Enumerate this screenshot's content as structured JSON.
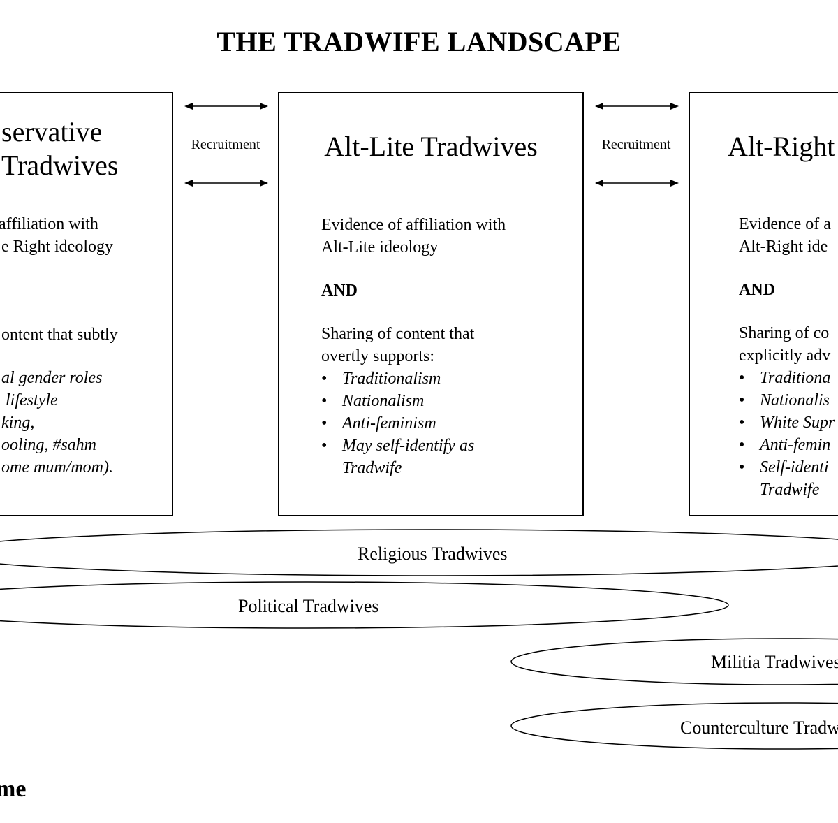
{
  "title": "THE TRADWIFE LANDSCAPE",
  "boxes": [
    {
      "title_lines": [
        "servative",
        "Tradwives"
      ],
      "body_lines": [
        "affiliation with",
        "e Right ideology"
      ],
      "sharing_lines": [
        "ontent that subtly"
      ],
      "italic_lines": [
        "al gender roles",
        "lifestyle",
        "king,",
        "ooling, #sahm",
        "ome mum/mom)."
      ]
    },
    {
      "title": "Alt-Lite Tradwives",
      "evidence_lines": [
        "Evidence of affiliation with",
        "Alt-Lite ideology"
      ],
      "and": "AND",
      "sharing_lines": [
        "Sharing of content that",
        "overtly supports:"
      ],
      "bullets": [
        "Traditionalism",
        "Nationalism",
        "Anti-feminism",
        "May self-identify as",
        "Tradwife"
      ]
    },
    {
      "title": "Alt-Right",
      "evidence_lines": [
        "Evidence of a",
        "Alt-Right ide"
      ],
      "and": "AND",
      "sharing_lines": [
        "Sharing of co",
        "explicitly adv"
      ],
      "bullets": [
        "Traditiona",
        "Nationalis",
        "White Supr",
        "Anti-femin",
        "Self-identi",
        "Tradwife"
      ]
    }
  ],
  "connectors": [
    "Recruitment",
    "Recruitment"
  ],
  "ellipses": [
    "Religious Tradwives",
    "Political Tradwives",
    "Militia Tradwives",
    "Counterculture Tradw"
  ],
  "footer": "me",
  "colors": {
    "stroke": "#000000",
    "background": "#ffffff"
  }
}
